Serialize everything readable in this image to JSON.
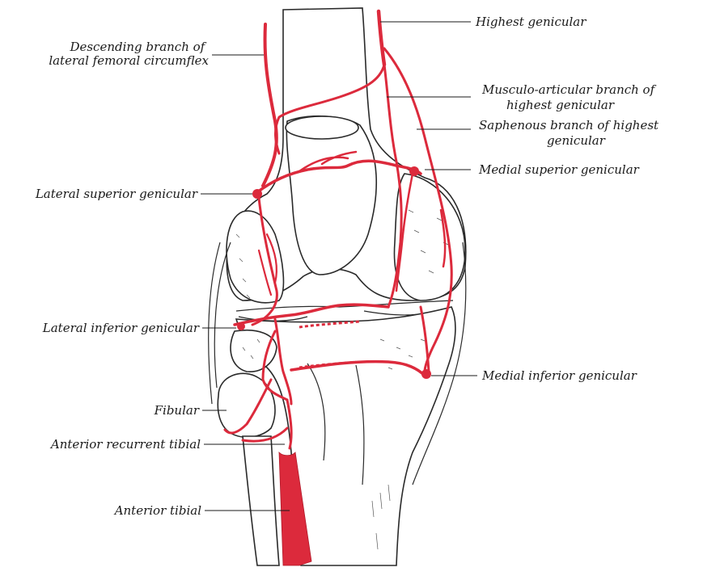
{
  "figure": {
    "accent_color": "#dc2a3c",
    "labels": {
      "descending_branch": [
        "Descending branch of",
        "lateral femoral circumflex"
      ],
      "highest_genicular": "Highest genicular",
      "musculo_articular": [
        "Musculo-articular branch of",
        "highest genicular"
      ],
      "saphenous_branch": [
        "Saphenous branch of highest",
        "genicular"
      ],
      "medial_superior": "Medial superior genicular",
      "lateral_superior": "Lateral superior genicular",
      "lateral_inferior": "Lateral inferior genicular",
      "medial_inferior": "Medial inferior genicular",
      "fibular": "Fibular",
      "anterior_recurrent_tibial": "Anterior recurrent tibial",
      "anterior_tibial": "Anterior tibial"
    }
  }
}
